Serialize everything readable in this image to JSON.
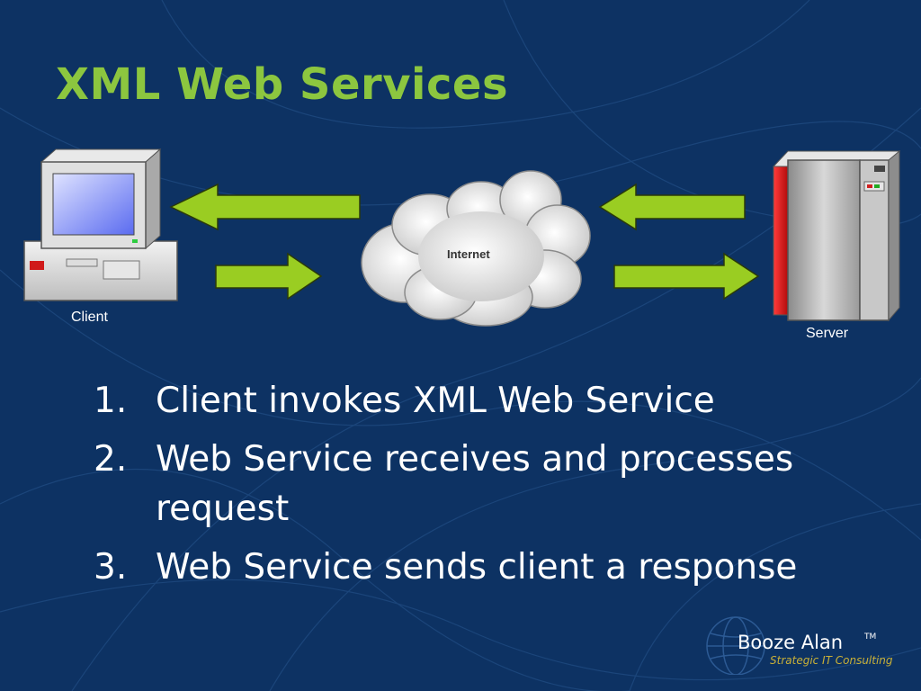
{
  "slide": {
    "title": "XML Web Services"
  },
  "diagram": {
    "client_label": "Client",
    "server_label": "Server",
    "cloud_label": "Internet",
    "arrow_color": "#9acd22",
    "icons": [
      "client-computer-icon",
      "internet-cloud-icon",
      "server-icon"
    ]
  },
  "steps": [
    {
      "number": "1.",
      "text": "Client invokes XML Web Service"
    },
    {
      "number": "2.",
      "text": "Web Service receives and processes request"
    },
    {
      "number": "3.",
      "text": "Web Service sends client a response"
    }
  ],
  "brand": {
    "name": "Booze Alan",
    "tm": "TM",
    "tagline": "Strategic IT Consulting"
  },
  "colors": {
    "background": "#0d3263",
    "title": "#8cc63f",
    "text": "#ffffff"
  }
}
